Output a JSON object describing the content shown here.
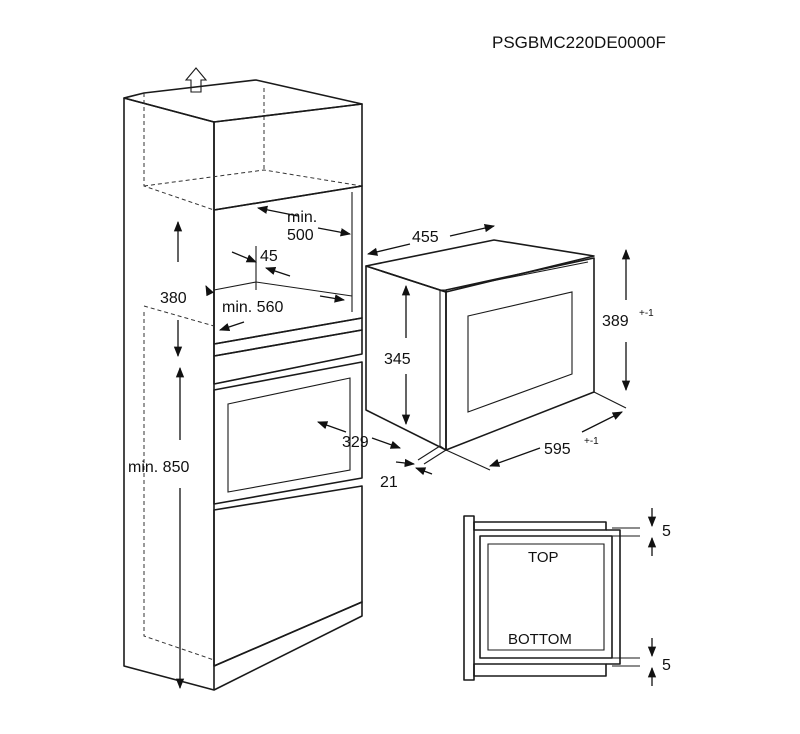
{
  "model_code": "PSGBMC220DE0000F",
  "dimensions": {
    "cabinet_min_width": "min.",
    "cabinet_min_width_value": "500",
    "gap_45": "45",
    "niche_height": "380",
    "niche_min_depth": "min. 560",
    "cabinet_min_height": "min. 850",
    "oven_width_top": "455",
    "oven_height_right": "389",
    "oven_height_right_tolerance": "+-1",
    "oven_depth_height": "345",
    "oven_offset": "329",
    "front_thickness": "21",
    "front_width": "595",
    "front_width_tolerance": "+-1"
  },
  "detail": {
    "top_label": "TOP",
    "bottom_label": "BOTTOM",
    "top_gap": "5",
    "bottom_gap": "5"
  },
  "colors": {
    "line": "#1a1a1a",
    "background": "#ffffff"
  },
  "icons": {
    "ventilation": "arrow-up-icon"
  }
}
